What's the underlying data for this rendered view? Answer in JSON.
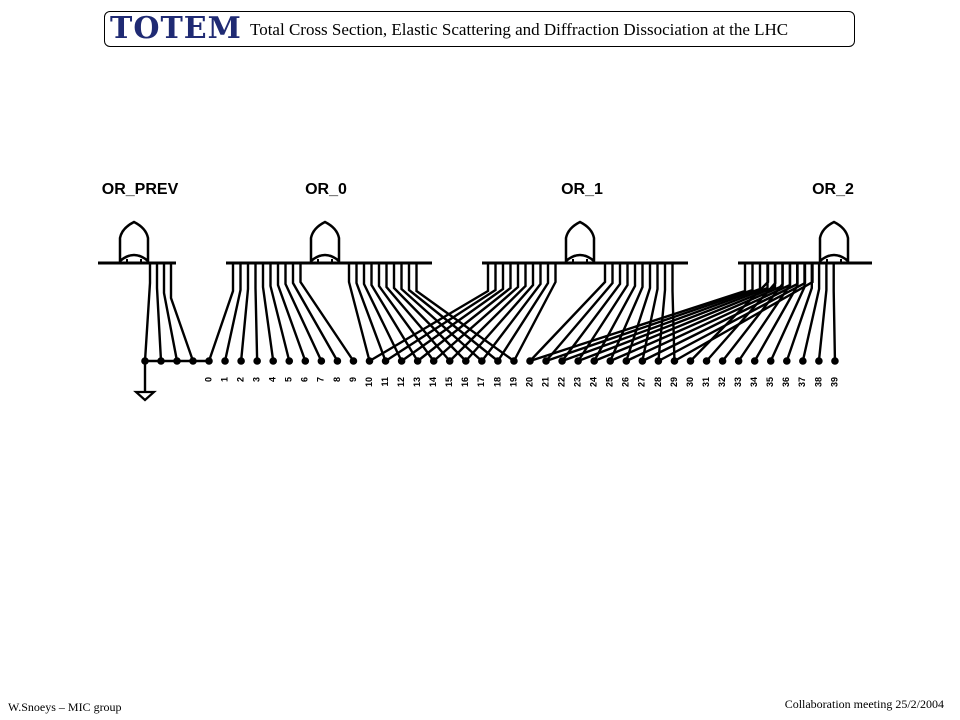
{
  "header": {
    "logo_text": "TOTEM",
    "title": "Total Cross Section, Elastic Scattering and Diffraction Dissociation at the LHC"
  },
  "diagram": {
    "gates": [
      "OR_PREV",
      "OR_0",
      "OR_1",
      "OR_2"
    ],
    "pin_labels": [
      "0",
      "1",
      "2",
      "3",
      "4",
      "5",
      "6",
      "7",
      "8",
      "9",
      "10",
      "11",
      "12",
      "13",
      "14",
      "15",
      "16",
      "17",
      "18",
      "19",
      "20",
      "21",
      "22",
      "23",
      "24",
      "25",
      "26",
      "27",
      "28",
      "29",
      "30",
      "31",
      "32",
      "33",
      "34",
      "35",
      "36",
      "37",
      "38",
      "39"
    ],
    "grounded_inputs": 4,
    "icons": [
      "or-gate-icon",
      "ground-icon"
    ]
  },
  "footer": {
    "author": "W.Snoeys – MIC group",
    "meeting": "Collaboration meeting 25/2/2004"
  }
}
